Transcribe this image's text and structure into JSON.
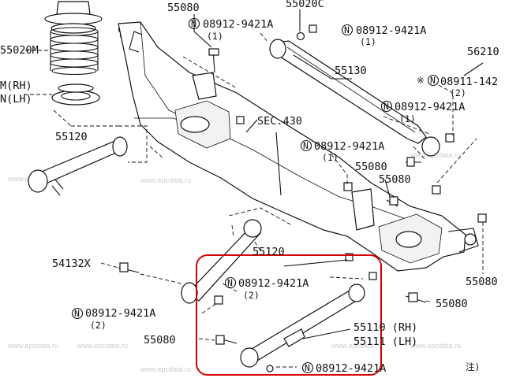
{
  "labels": {
    "p55080_top": "55080",
    "p55020c": "55020C",
    "n08912_top_left": "08912-9421A",
    "n08912_top_left_qty": "(1)",
    "n08912_top_right": "08912-9421A",
    "n08912_top_right_qty": "(1)",
    "p56210": "56210",
    "p55020m": "55020M",
    "rh_partial": "M(RH)",
    "lh_partial": "N(LH)",
    "p55130": "55130",
    "n08911": "08911-142",
    "n08911_qty": "(2)",
    "n08912_mid_right": "08912-9421A",
    "n08912_mid_right_qty": "(1)",
    "p55120_left": "55120",
    "sec430": "SEC.430",
    "n08912_center": "08912-9421A",
    "n08912_center_qty": "(1)",
    "p55080_mid_a": "55080",
    "p55080_mid_b": "55080",
    "p55120_center": "55120",
    "p54132x": "54132X",
    "n08912_box": "08912-9421A",
    "n08912_box_qty": "(2)",
    "p55080_right_edge": "55080",
    "p55080_right": "55080",
    "n08912_left_low": "08912-9421A",
    "n08912_left_low_qty": "(2)",
    "p55110": "55110 (RH)",
    "p55111": "55111 (LH)",
    "p55080_low": "55080",
    "n08912_bottom": "08912-9421A",
    "note": "注)",
    "watermark": "www.epcdata.ru"
  },
  "colors": {
    "line": "#111111",
    "highlight": "#d40000",
    "watermark": "#c9ced3"
  }
}
